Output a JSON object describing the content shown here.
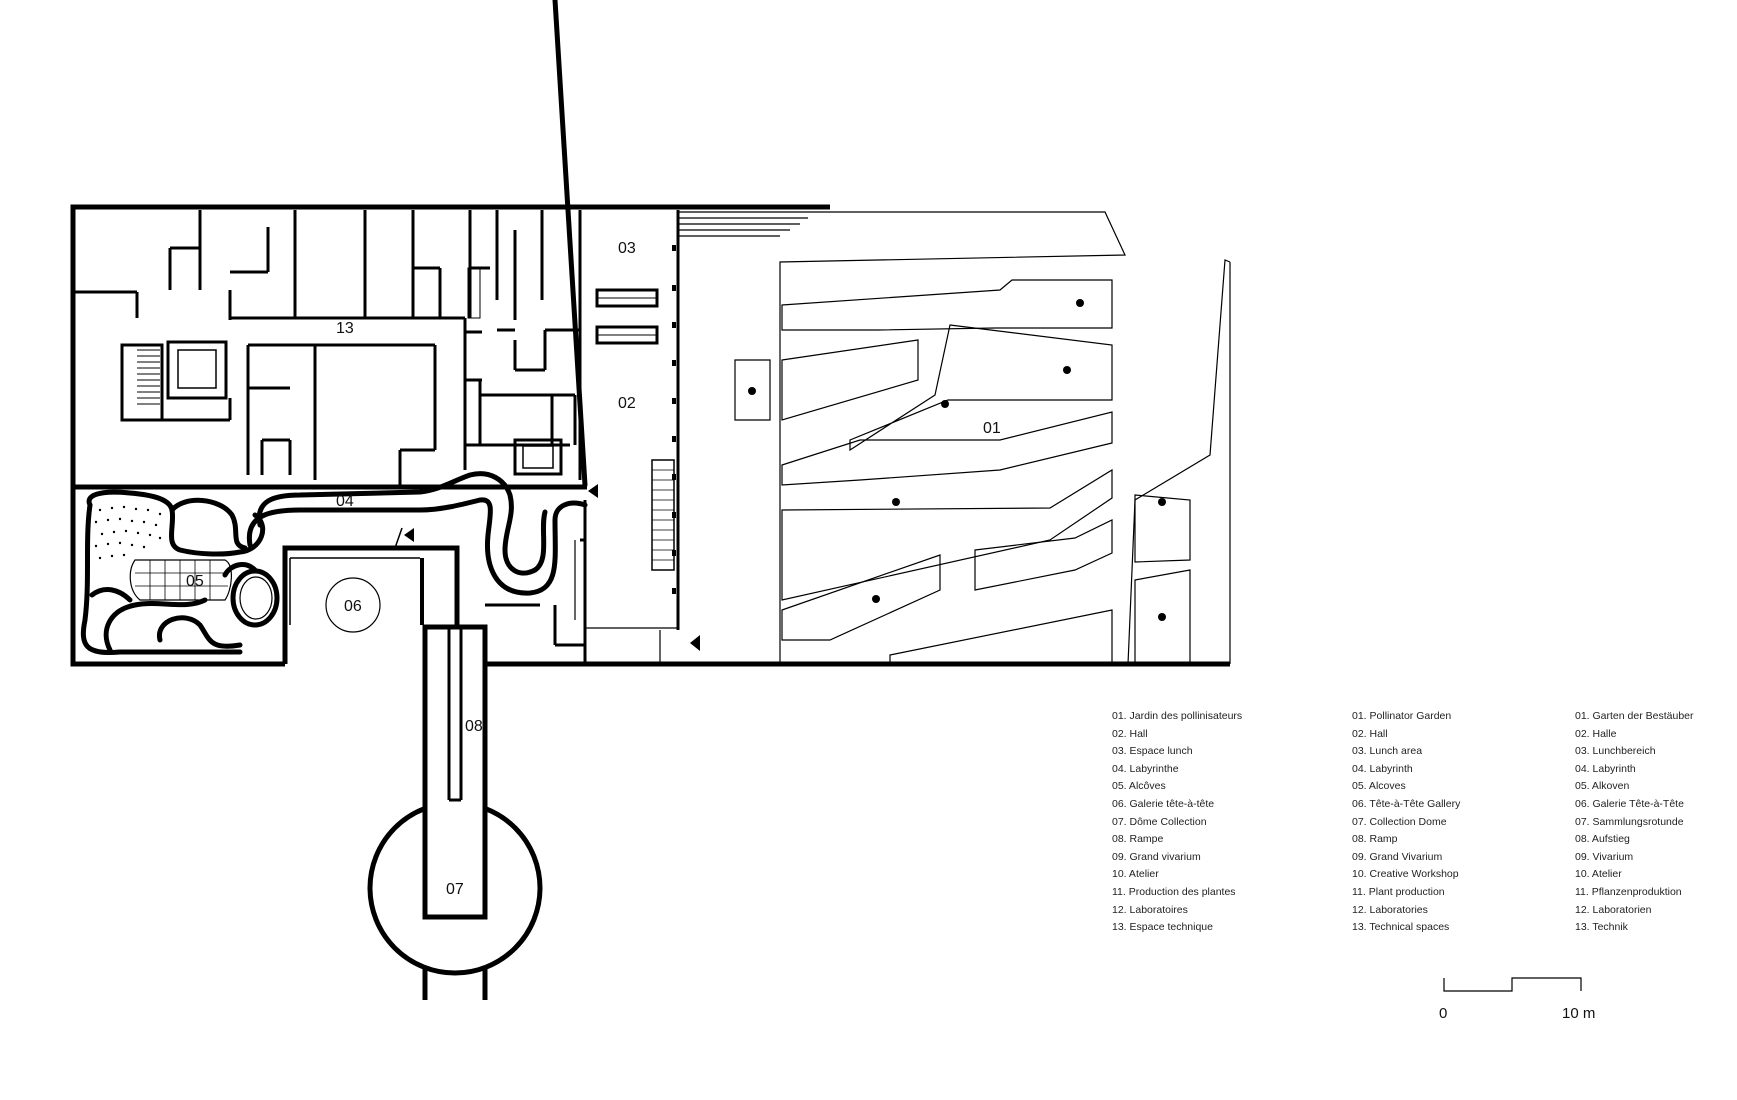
{
  "rooms": {
    "r01": "01",
    "r02": "02",
    "r03": "03",
    "r04": "04",
    "r05": "05",
    "r06": "06",
    "r07": "07",
    "r08": "08",
    "r13": "13"
  },
  "legend": {
    "fr": [
      "01. Jardin des pollinisateurs",
      "02. Hall",
      "03. Espace lunch",
      "04. Labyrinthe",
      "05. Alcôves",
      "06. Galerie tête-à-tête",
      "07. Dôme Collection",
      "08. Rampe",
      "09. Grand vivarium",
      "10. Atelier",
      "11. Production des plantes",
      "12. Laboratoires",
      "13. Espace technique"
    ],
    "en": [
      "01. Pollinator Garden",
      "02. Hall",
      "03. Lunch area",
      "04. Labyrinth",
      "05. Alcoves",
      "06. Tête-à-Tête Gallery",
      "07. Collection Dome",
      "08. Ramp",
      "09. Grand Vivarium",
      "10. Creative Workshop",
      "11. Plant production",
      "12. Laboratories",
      "13. Technical spaces"
    ],
    "de": [
      "01. Garten der Bestäuber",
      "02. Halle",
      "03. Lunchbereich",
      "04. Labyrinth",
      "05. Alkoven",
      "06. Galerie Tête-à-Tête",
      "07. Sammlungsrotunde",
      "08. Aufstieg",
      "09. Vivarium",
      "10. Atelier",
      "11. Pflanzenproduktion",
      "12. Laboratorien",
      "13. Technik"
    ]
  },
  "scale": {
    "start_label": "0",
    "end_label": "10 m"
  }
}
